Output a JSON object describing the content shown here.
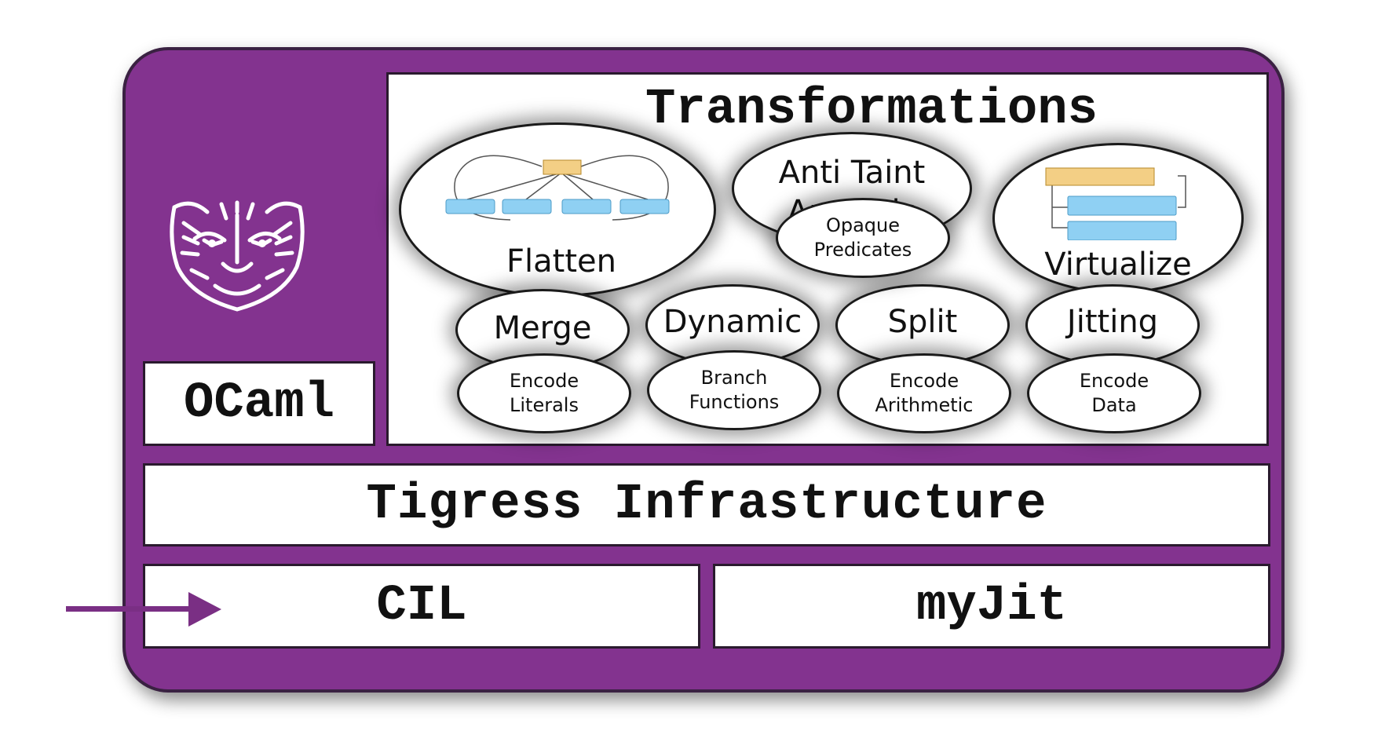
{
  "diagram": {
    "title": "Transformations",
    "left_label": "OCaml",
    "infrastructure": "Tigress Infrastructure",
    "bottom_left": "CIL",
    "bottom_right": "myJit",
    "transformations": {
      "flatten": "Flatten",
      "anti_taint": "Anti Taint Analysis",
      "opaque_predicates": "Opaque Predicates",
      "virtualize": "Virtualize",
      "merge": "Merge",
      "dynamic": "Dynamic",
      "split": "Split",
      "jitting": "Jitting",
      "encode_literals": "Encode Literals",
      "branch_functions": "Branch Functions",
      "encode_arithmetic": "Encode Arithmetic",
      "encode_data": "Encode Data"
    },
    "colors": {
      "frame": "#83338f",
      "arrow": "#7a2f84",
      "node_yellow": "#f3cf85",
      "node_blue": "#8fd0f3"
    },
    "icons": [
      "tiger-logo-icon",
      "input-arrow-icon"
    ]
  }
}
